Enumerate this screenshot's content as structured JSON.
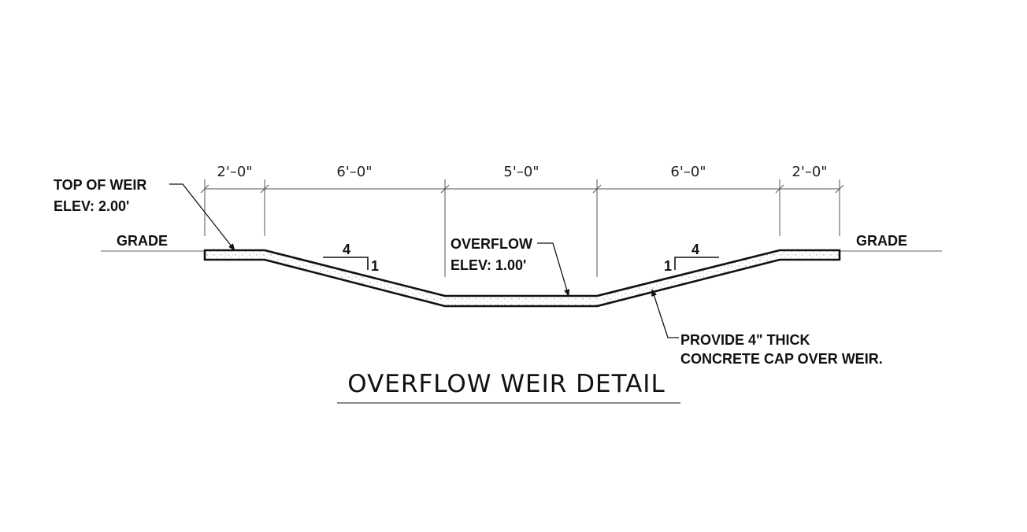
{
  "title": "OVERFLOW WEIR DETAIL",
  "dimensions": [
    "2'–0\"",
    "6'–0\"",
    "5'–0\"",
    "6'–0\"",
    "2'–0\""
  ],
  "labels": {
    "grade_left": "GRADE",
    "grade_right": "GRADE",
    "top_of_weir_line1": "TOP OF WEIR",
    "top_of_weir_line2": "ELEV: 2.00'",
    "overflow_line1": "OVERFLOW",
    "overflow_line2": "ELEV: 1.00'",
    "concrete_line1": "PROVIDE 4\" THICK",
    "concrete_line2": "CONCRETE CAP OVER WEIR."
  },
  "slopes": {
    "left_run": "4",
    "left_rise": "1",
    "right_run": "4",
    "right_rise": "1"
  }
}
